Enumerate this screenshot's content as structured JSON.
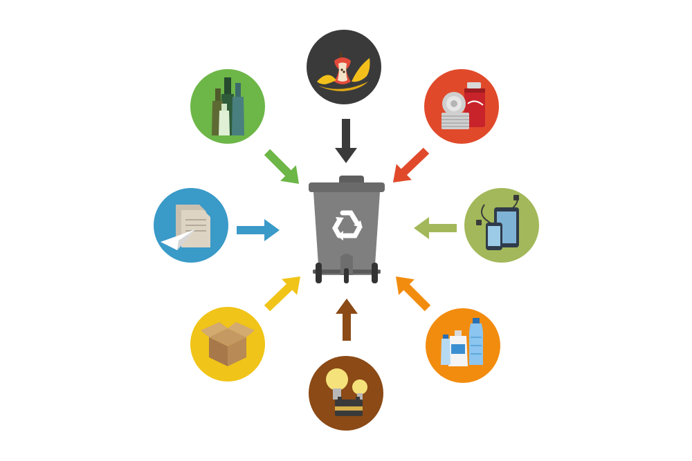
{
  "bin": {
    "icon": "recycle-bin",
    "body_color": "#7f7f80",
    "lid_color": "#6a6a6b",
    "symbol_color": "#ffffff"
  },
  "categories": [
    {
      "id": "food",
      "icon": "apple-banana-peel-icon",
      "color": "#3a3a3b",
      "arrow_color": "#3a3a3b"
    },
    {
      "id": "metal",
      "icon": "tin-can-icon",
      "color": "#e04a2b",
      "arrow_color": "#e04a2b"
    },
    {
      "id": "electronics",
      "icon": "phone-tablet-charger-icon",
      "color": "#a3b85a",
      "arrow_color": "#a3b85a"
    },
    {
      "id": "plastic",
      "icon": "plastic-bottles-icon",
      "color": "#f28c0f",
      "arrow_color": "#f28c0f"
    },
    {
      "id": "hazardous",
      "icon": "bulbs-battery-icon",
      "color": "#8b4a16",
      "arrow_color": "#8b4a16"
    },
    {
      "id": "cardboard",
      "icon": "cardboard-box-icon",
      "color": "#f0c418",
      "arrow_color": "#f0c418"
    },
    {
      "id": "paper",
      "icon": "paper-plane-icon",
      "color": "#3a9ac8",
      "arrow_color": "#3a9ac8"
    },
    {
      "id": "glass",
      "icon": "glass-bottles-icon",
      "color": "#6db648",
      "arrow_color": "#6db648"
    }
  ]
}
